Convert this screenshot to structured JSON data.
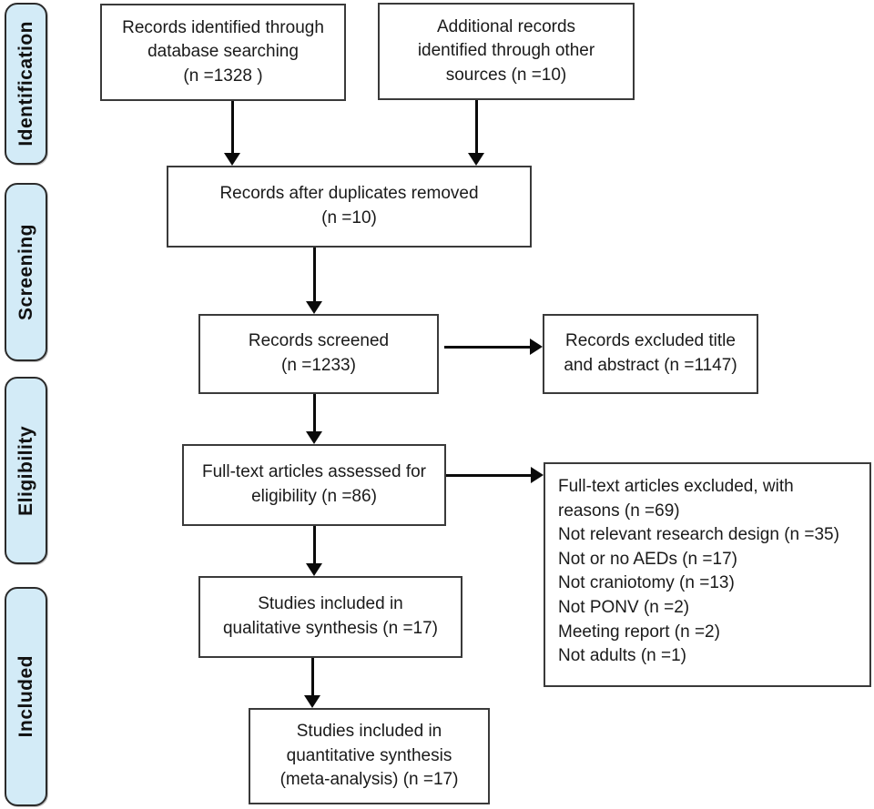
{
  "diagram_type": "prisma-flow-diagram",
  "stages": [
    {
      "label": "Identification"
    },
    {
      "label": "Screening"
    },
    {
      "label": "Eligibility"
    },
    {
      "label": "Included"
    }
  ],
  "boxes": {
    "database_search": "Records identified through\ndatabase searching\n(n =1328 )",
    "other_sources": "Additional records\nidentified through other\nsources (n =10)",
    "duplicates_removed": "Records after duplicates removed\n(n =10)",
    "records_screened": "Records screened\n(n =1233)",
    "records_excluded": "Records excluded title\nand abstract (n =1147)",
    "fulltext_assessed": "Full-text articles assessed for\neligibility (n =86)",
    "fulltext_excluded": "Full-text articles excluded, with reasons (n =69)\nNot relevant research design (n =35)\nNot or no AEDs (n =17)\nNot craniotomy (n =13)\nNot PONV (n =2)\nMeeting report (n =2)\nNot adults (n =1)",
    "qualitative": "Studies included in\nqualitative synthesis (n =17)",
    "quantitative": "Studies included in\nquantitative synthesis\n(meta-analysis) (n =17)"
  },
  "colors": {
    "stage_fill": "#d3ebf7",
    "stage_border": "#2b2b2b",
    "box_fill": "#ffffff",
    "box_border": "#3a3a3a",
    "arrow": "#0a0a0a",
    "text": "#1a1a1a",
    "background": "#ffffff"
  }
}
